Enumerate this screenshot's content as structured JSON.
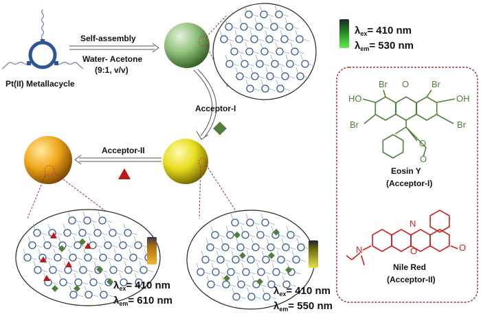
{
  "metallacycle": {
    "label": "Pt(II) Metallacycle"
  },
  "step1": {
    "top": "Self-assembly",
    "solvent": "Water- Acetone",
    "ratio": "(9:1,  v/v)"
  },
  "step2": {
    "label": "Acceptor-I"
  },
  "step3": {
    "label": "Acceptor-II"
  },
  "lambda_symbol": "λ",
  "green_state": {
    "ex_sub": "ex",
    "ex_val": "=  410 nm",
    "em_sub": "em",
    "em_val": "=  530 nm"
  },
  "yellow_state": {
    "ex_sub": "ex",
    "ex_val": "=  410 nm",
    "em_sub": "em",
    "em_val": "=  550 nm"
  },
  "orange_state": {
    "ex_sub": "ex",
    "ex_val": "=  410 nm",
    "em_sub": "em",
    "em_val": "=  610 nm"
  },
  "acceptors": {
    "eosin": {
      "name": "Eosin Y",
      "role": "(Acceptor-I)",
      "atoms": {
        "br": "Br",
        "ho": "HO",
        "oh": "OH",
        "o": "O"
      }
    },
    "nile": {
      "name": "Nile Red",
      "role": "(Acceptor-II)",
      "atoms": {
        "n": "N",
        "o": "O"
      }
    }
  },
  "colors": {
    "ring": "#2f5597",
    "eosin": "#4f7f3a",
    "nile": "#d01c1c",
    "box": "#a83434"
  }
}
